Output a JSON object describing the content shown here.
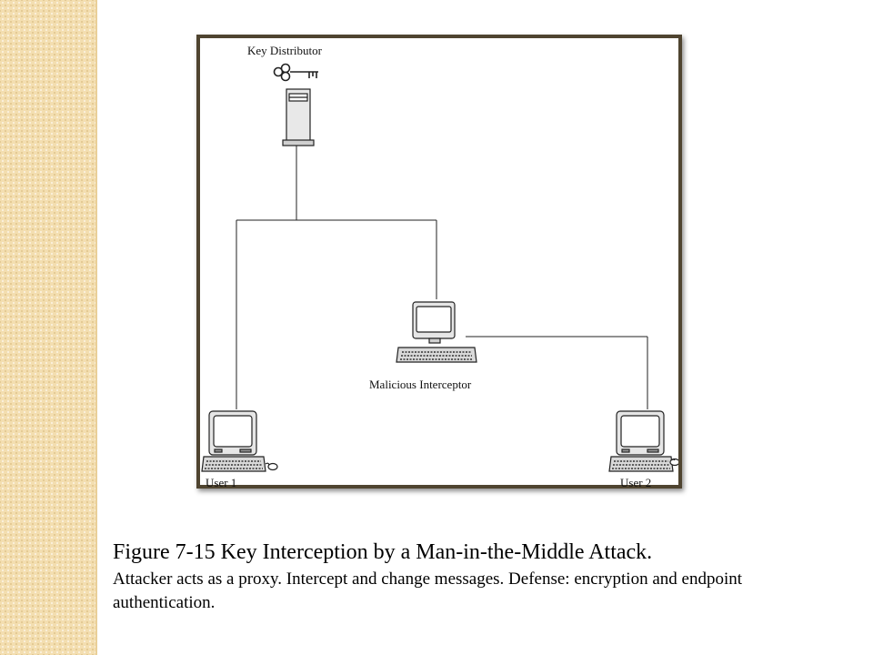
{
  "diagram": {
    "nodes": {
      "key_distributor": "Key Distributor",
      "interceptor": "Malicious  Interceptor",
      "user1": "User 1",
      "user2": "User 2"
    },
    "icons": [
      "key-icon",
      "server-icon",
      "computer-icon"
    ]
  },
  "caption": {
    "title": "Figure 7-15  Key Interception by a Man-in-the-Middle  Attack.",
    "body": "Attacker acts as a proxy. Intercept and change messages. Defense: encryption and endpoint authentication."
  },
  "colors": {
    "frame_border": "#4f4430",
    "side_strip": "#f3deb0",
    "line": "#222222"
  }
}
